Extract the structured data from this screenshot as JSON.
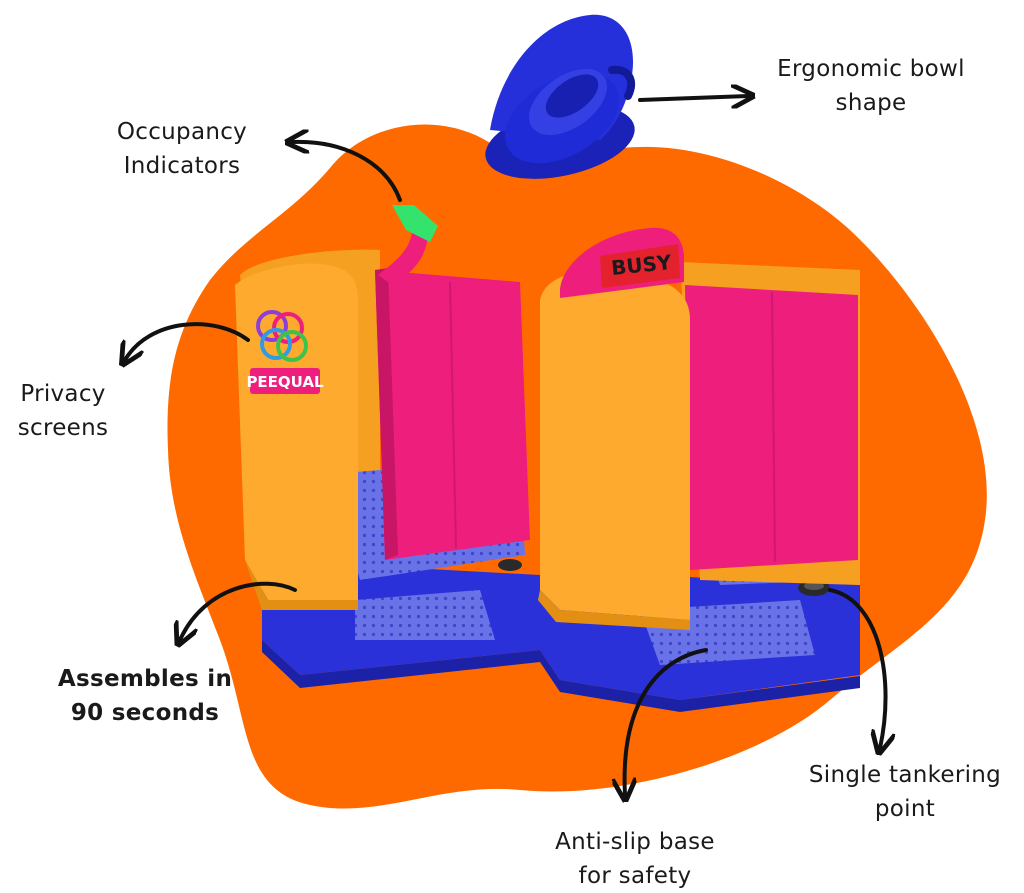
{
  "brand": {
    "logo_text": "PEEQUAL",
    "busy_sign": "BUSY"
  },
  "colors": {
    "blob": "#FF6A00",
    "bowl": "#1E2BD6",
    "base": "#2A31D9",
    "screen_yellow": "#FDAA2E",
    "door_pink": "#EE1E7C",
    "indicator_green": "#33E36B",
    "busy_red": "#E3222E",
    "floor": "#6A72E8"
  },
  "labels": {
    "bowl": {
      "line1": "Ergonomic bowl",
      "line2": "shape"
    },
    "occupancy": {
      "line1": "Occupancy",
      "line2": "Indicators"
    },
    "privacy": {
      "line1": "Privacy",
      "line2": "screens"
    },
    "assembly": {
      "line1": "Assembles in",
      "line2": "90 seconds"
    },
    "antislip": {
      "line1": "Anti-slip base",
      "line2": "for safety"
    },
    "tankering": {
      "line1": "Single tankering",
      "line2": "point"
    }
  }
}
